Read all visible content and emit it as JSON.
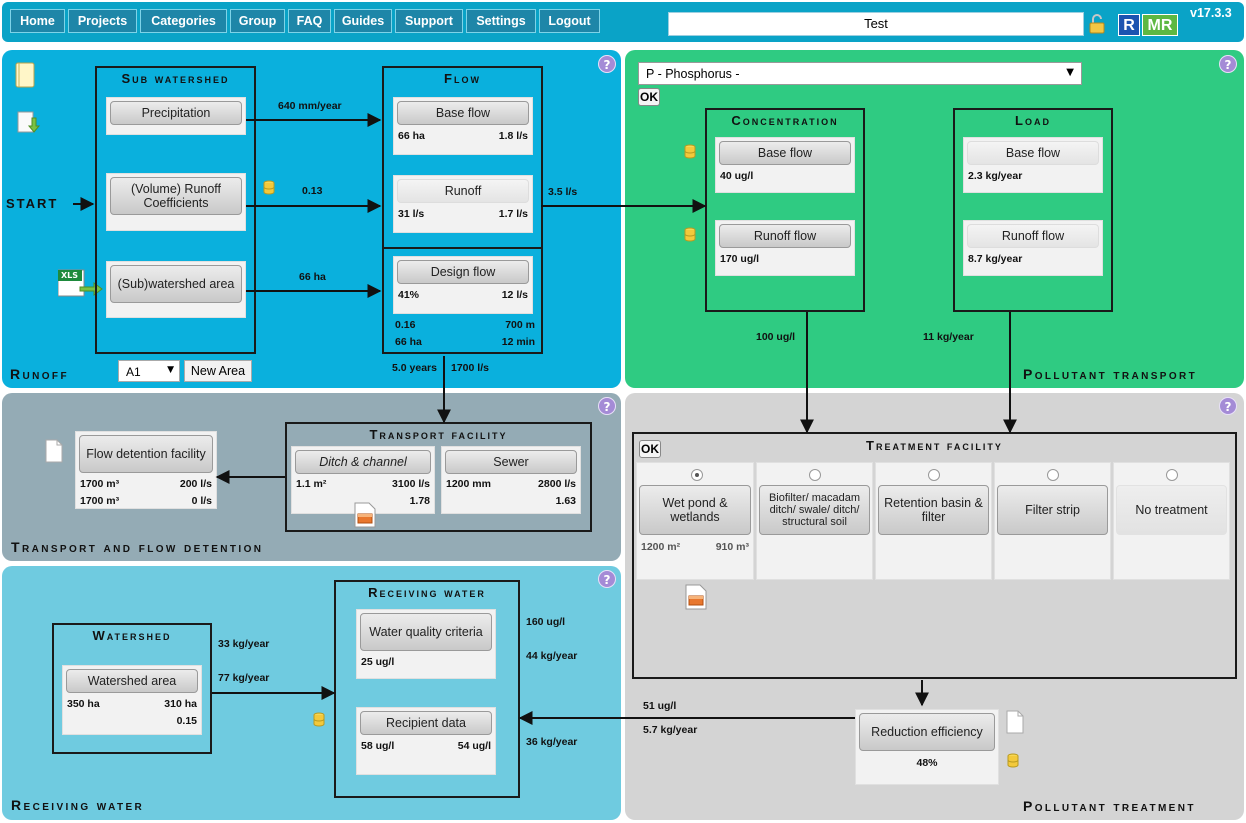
{
  "nav": {
    "items": [
      "Home",
      "Projects",
      "Categories",
      "Group",
      "FAQ",
      "Guides",
      "Support",
      "Settings",
      "Logout"
    ],
    "search_value": "Test",
    "logo_r": "R",
    "logo_mr": "MR",
    "version": "v17.3.3"
  },
  "colors": {
    "nav_bg": "#0aa3c7",
    "runoff_bg": "#0ab0dd",
    "transport_bg": "#2fcb82",
    "detention_bg": "#94abb5",
    "receiving_bg": "#6fcbe0",
    "treatment_bg": "#d4d4d4"
  },
  "help_label": "?",
  "runoff": {
    "title": "Runoff",
    "start_label": "START",
    "subwatershed": {
      "title": "Sub watershed",
      "precipitation": "Precipitation",
      "runoff_coeff": "(Volume) Runoff Coefficients",
      "area": "(Sub)watershed area"
    },
    "arrows": {
      "precip": "640 mm/year",
      "coeff": "0.13",
      "area": "66 ha",
      "to_transport": "3.5 l/s"
    },
    "flow": {
      "title": "Flow",
      "base_flow": "Base flow",
      "base_ha": "66 ha",
      "base_ls": "1.8 l/s",
      "runoff": "Runoff",
      "runoff_ls1": "31 l/s",
      "runoff_ls2": "1.7 l/s",
      "design_flow": "Design flow",
      "design_pct": "41%",
      "design_ls": "12 l/s",
      "coef": "0.16",
      "length": "700 m",
      "ha": "66 ha",
      "time": "12 min",
      "years": "5.0 years",
      "flow_out": "1700 l/s"
    },
    "area_select": "A1",
    "new_area": "New Area",
    "xls": "XLS"
  },
  "transport": {
    "title": "Pollutant transport",
    "pollutant_select": "P - Phosphorus -",
    "ok": "OK",
    "concentration": {
      "title": "Concentration",
      "base_flow": "Base flow",
      "base_val": "40 ug/l",
      "runoff_flow": "Runoff flow",
      "runoff_val": "170 ug/l"
    },
    "load": {
      "title": "Load",
      "base_flow": "Base flow",
      "base_val": "2.3 kg/year",
      "runoff_flow": "Runoff flow",
      "runoff_val": "8.7 kg/year"
    },
    "conc_out": "100 ug/l",
    "load_out": "11 kg/year"
  },
  "detention": {
    "title": "Transport and flow detention",
    "flow_detention": "Flow detention facility",
    "fd_v1": "1700 m³",
    "fd_q1": "200 l/s",
    "fd_v2": "1700 m³",
    "fd_q2": "0 l/s",
    "transport_facility": {
      "title": "Transport facility",
      "ditch": "Ditch & channel",
      "ditch_area": "1.1 m²",
      "ditch_q": "3100 l/s",
      "ditch_v": "1.78",
      "sewer": "Sewer",
      "sewer_d": "1200 mm",
      "sewer_q": "2800 l/s",
      "sewer_v": "1.63"
    }
  },
  "treatment": {
    "title": "Pollutant treatment",
    "ok": "OK",
    "facility_title": "Treatment facility",
    "options": [
      {
        "label": "Wet pond & wetlands",
        "selected": true
      },
      {
        "label": "Biofilter/ macadam ditch/ swale/ ditch/ structural soil",
        "selected": false
      },
      {
        "label": "Retention basin & filter",
        "selected": false
      },
      {
        "label": "Filter strip",
        "selected": false
      },
      {
        "label": "No treatment",
        "selected": false
      }
    ],
    "wet_area": "1200 m²",
    "wet_volume": "910 m³",
    "reduction": "Reduction efficiency",
    "reduction_val": "48%",
    "out_conc": "51 ug/l",
    "out_load": "5.7 kg/year"
  },
  "receiving": {
    "title": "Receiving water",
    "watershed": {
      "title": "Watershed",
      "area_btn": "Watershed area",
      "ha1": "350 ha",
      "ha2": "310 ha",
      "coef": "0.15",
      "load1": "33 kg/year",
      "load2": "77 kg/year"
    },
    "rw": {
      "title": "Receiving water",
      "wq_criteria": "Water quality criteria",
      "wq_val": "25 ug/l",
      "recipient": "Recipient data",
      "rec_v1": "58 ug/l",
      "rec_v2": "54 ug/l",
      "side1": "160 ug/l",
      "side2": "44 kg/year",
      "side3": "36 kg/year"
    }
  }
}
